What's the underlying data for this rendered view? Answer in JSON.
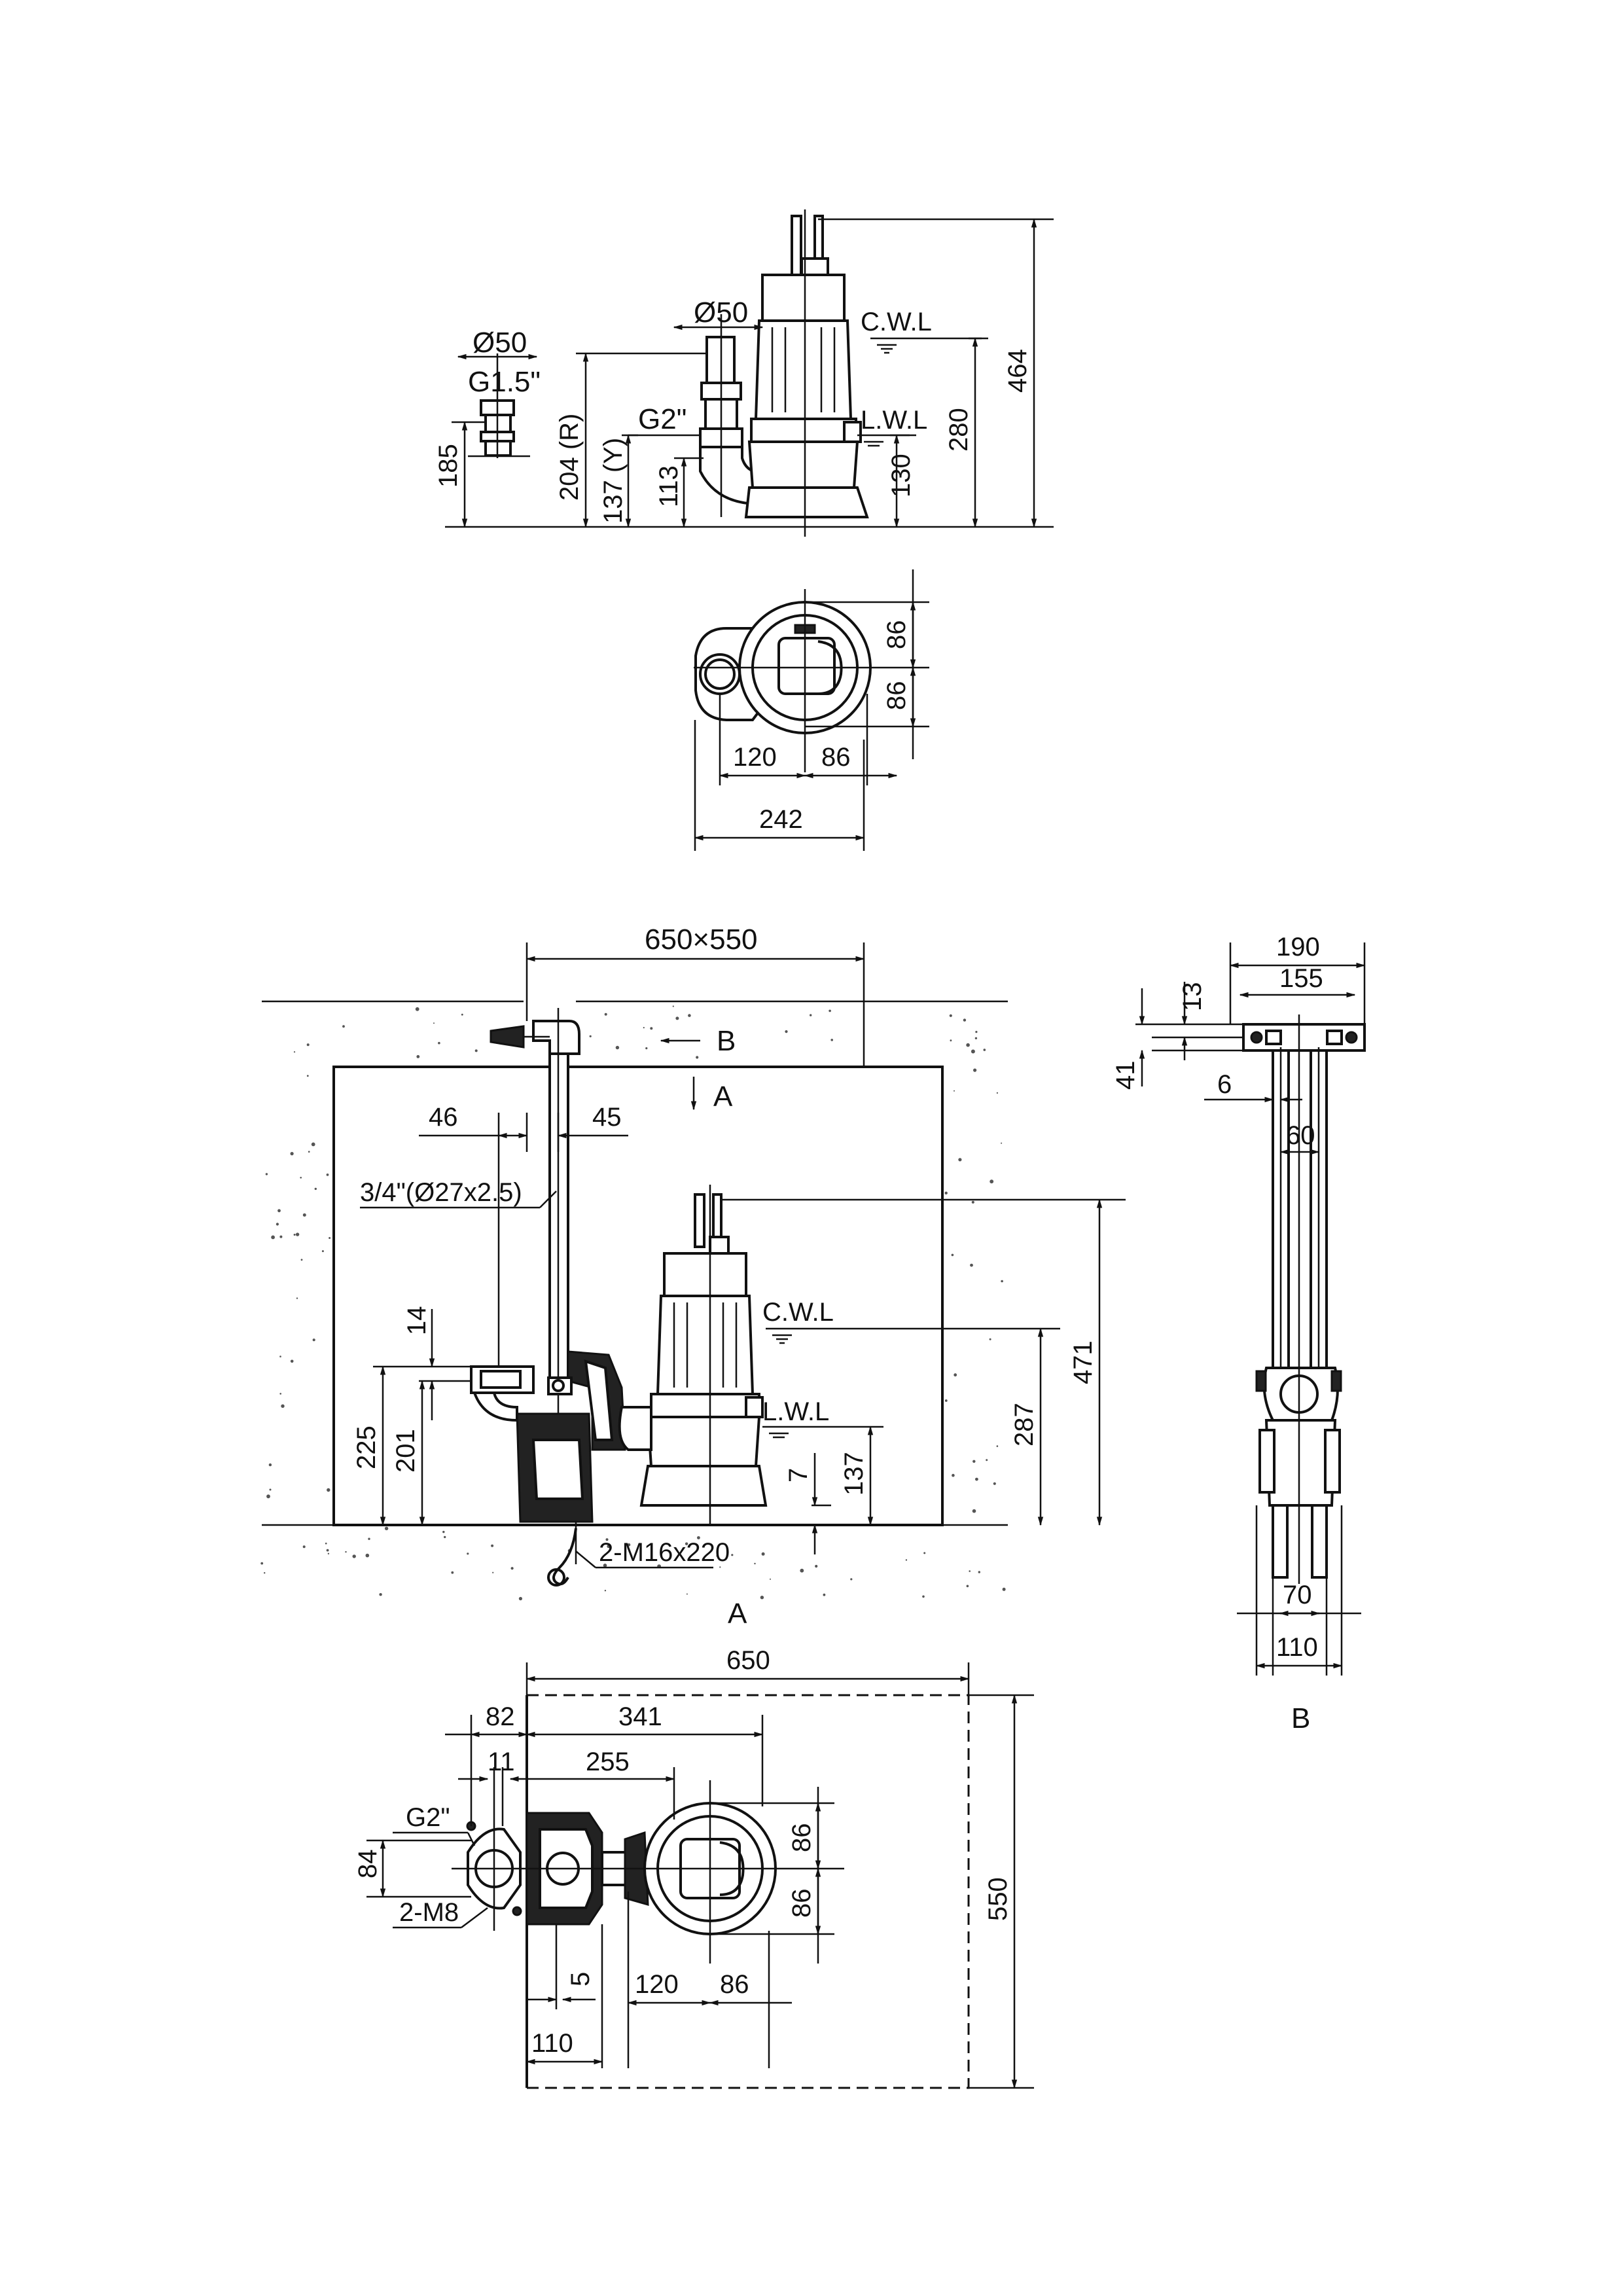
{
  "view_top": {
    "dims": {
      "d50_pipe": "Ø50",
      "d50_outlet": "Ø50",
      "g15": "G1.5\"",
      "g2": "G2\"",
      "cwl": "C.W.L",
      "lwl": "L.W.L",
      "h464": "464",
      "h280": "280",
      "h130": "130",
      "h113": "113",
      "h137y": "137 (Y)",
      "h204r": "204 (R)",
      "h185": "185"
    }
  },
  "view_plan_small": {
    "dims": {
      "v86a": "86",
      "v86b": "86",
      "h120": "120",
      "h86": "86",
      "h242": "242"
    }
  },
  "view_install": {
    "dims": {
      "pit": "650×550",
      "b_arrow": "B",
      "a_arrow": "A",
      "w46": "46",
      "w45": "45",
      "pipe": "3/4\"(Ø27x2.5)",
      "h14": "14",
      "h225": "225",
      "h201": "201",
      "cwl": "C.W.L",
      "lwl": "L.W.L",
      "h7": "7",
      "h137": "137",
      "h287": "287",
      "h471": "471",
      "bolt": "2-M16x220",
      "view_a": "A"
    }
  },
  "view_b": {
    "dims": {
      "w190": "190",
      "w155": "155",
      "h13": "13",
      "h41": "41",
      "w6": "6",
      "w60": "60",
      "w70": "70",
      "w110": "110",
      "label": "B"
    }
  },
  "view_plan_large": {
    "dims": {
      "w650": "650",
      "w82": "82",
      "w341": "341",
      "w11": "11",
      "w255": "255",
      "g2": "G2\"",
      "h84": "84",
      "m8": "2-M8",
      "v86a": "86",
      "v86b": "86",
      "w5": "5",
      "w110": "110",
      "w120": "120",
      "w86": "86",
      "h550": "550"
    }
  }
}
